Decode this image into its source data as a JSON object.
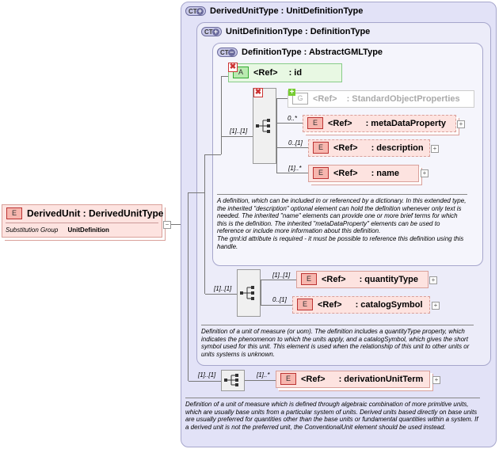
{
  "root": {
    "badge": "E",
    "label": "DerivedUnit : DerivedUnitType",
    "substitution_label": "Substitution Group",
    "substitution_value": "UnitDefinition"
  },
  "ct_badge": "CT",
  "types": {
    "derived_unit_type": "DerivedUnitType : UnitDefinitionType",
    "unit_definition_type": "UnitDefinitionType : DefinitionType",
    "definition_type": "DefinitionType : AbstractGMLType"
  },
  "attribute": {
    "badge": "A",
    "ref": "<Ref>",
    "name": ": id"
  },
  "definition_elements": [
    {
      "card": "",
      "badge": "G",
      "ref": "<Ref>",
      "name": ": StandardObjectProperties"
    },
    {
      "card": "0..*",
      "badge": "E",
      "ref": "<Ref>",
      "name": ": metaDataProperty"
    },
    {
      "card": "0..[1]",
      "badge": "E",
      "ref": "<Ref>",
      "name": ": description"
    },
    {
      "card": "[1]..*",
      "badge": "E",
      "ref": "<Ref>",
      "name": ": name"
    }
  ],
  "definition_seq_card": "[1]..[1]",
  "definition_desc": "A definition, which can be included in or referenced by a dictionary. In this extended type, the inherited \"description\" optional element can hold the definition whenever only text is needed. The inherited \"name\" elements can provide one or more brief terms for which this is the definition. The inherited \"metaDataProperty\" elements can be used to reference or include more information about this definition.\nThe gml:id attribute is required - it must be possible to reference this definition using this handle.",
  "unit_def_seq_card": "[1]..[1]",
  "unit_def_elements": [
    {
      "card": "[1]..[1]",
      "badge": "E",
      "ref": "<Ref>",
      "name": ": quantityType"
    },
    {
      "card": "0..[1]",
      "badge": "E",
      "ref": "<Ref>",
      "name": ": catalogSymbol"
    }
  ],
  "unit_def_desc": "Definition of a unit of measure (or uom). The definition includes a quantityType property, which indicates the phenomenon to which the units apply, and a catalogSymbol, which gives the short symbol used for this unit. This element is used when the relationship of this unit to other units or units systems is unknown.",
  "derived_seq_card": "[1]..[1]",
  "derived_element": {
    "card": "[1]..*",
    "badge": "E",
    "ref": "<Ref>",
    "name": ": derivationUnitTerm"
  },
  "derived_desc": "Definition of a unit of measure which is defined through algebraic combination of more primitive units, which are usually base units from a particular system of units. Derived units based directly on base units are usually preferred for quantities other than the base units or fundamental quantities within a system.  If a derived unit is not the preferred unit, the ConventionalUnit element should be used instead."
}
